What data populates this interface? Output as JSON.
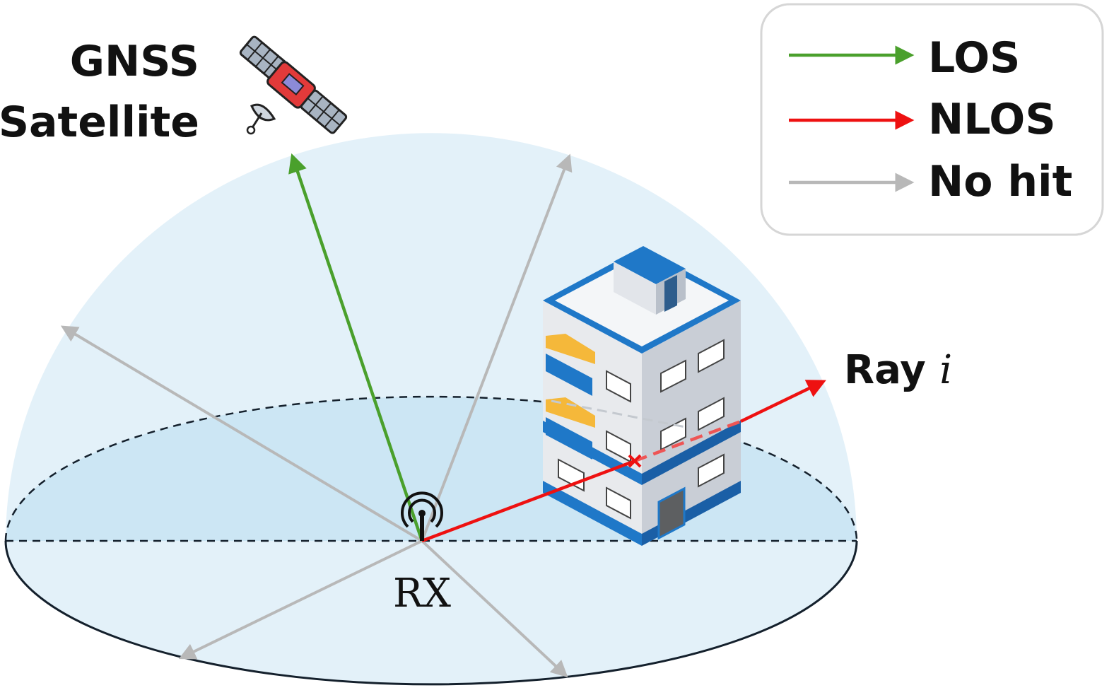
{
  "satellite": {
    "line1": "GNSS",
    "line2": "Satellite",
    "icon": "satellite-icon"
  },
  "receiver": {
    "label": "RX",
    "icon": "antenna-icon"
  },
  "ray": {
    "label_prefix": "Ray ",
    "label_var": "i"
  },
  "legend": {
    "items": [
      {
        "label": "LOS",
        "color": "#4aa02c"
      },
      {
        "label": "NLOS",
        "color": "#ee1111"
      },
      {
        "label": "No hit",
        "color": "#b8b8b8"
      }
    ]
  },
  "colors": {
    "dome": "#e3f1f9",
    "ground": "#cce6f4",
    "los": "#4aa02c",
    "nlos": "#ee1111",
    "nohit": "#b8b8b8",
    "building_blue": "#1f78c8"
  }
}
